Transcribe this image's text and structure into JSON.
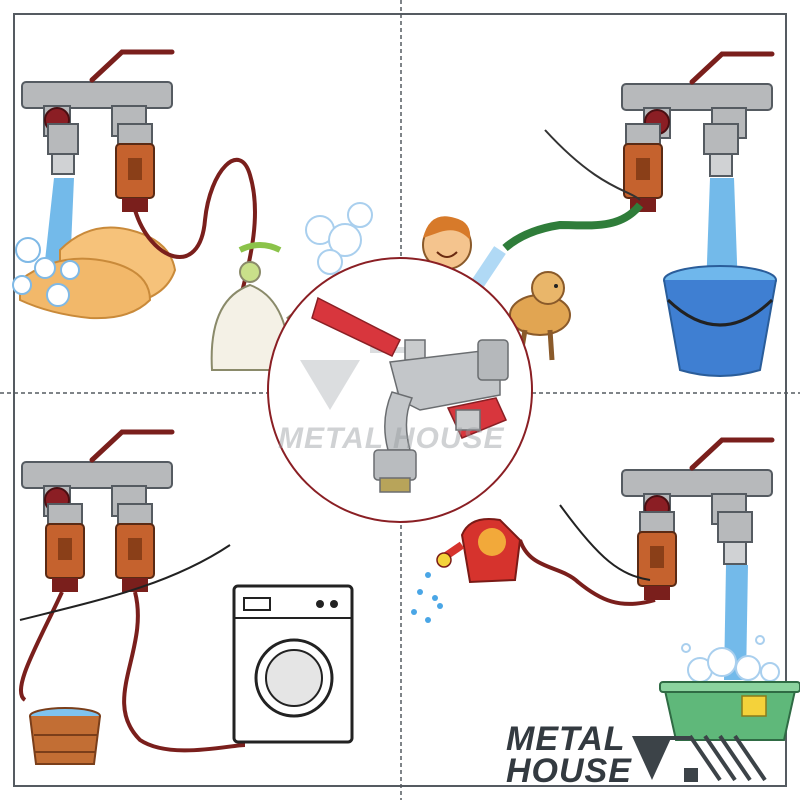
{
  "brand": {
    "name_line1": "METAL",
    "name_line2": "HOUSE",
    "watermark_text": "METAL HOUSE"
  },
  "colors": {
    "valve_red": "#c8242f",
    "hose_red": "#7a1f1c",
    "coupling_orange": "#c5622e",
    "pipe_grey": "#b7b9bb",
    "water_blue": "#5aaee6",
    "frame_grey": "#555b61"
  },
  "scenes": [
    {
      "id": "top-left",
      "depicts": [
        "double-tap-icon",
        "hand-washing-icon",
        "kettle-icon"
      ]
    },
    {
      "id": "top-right",
      "depicts": [
        "double-tap-icon",
        "boy-with-hose-icon",
        "dog-icon",
        "bucket-icon"
      ]
    },
    {
      "id": "bottom-left",
      "depicts": [
        "double-tap-icon",
        "wooden-tub-icon",
        "washing-machine-icon"
      ]
    },
    {
      "id": "bottom-right",
      "depicts": [
        "double-tap-icon",
        "watering-can-icon",
        "green-tub-icon"
      ]
    },
    {
      "id": "center",
      "depicts": [
        "product-photo-double-tap-icon"
      ]
    }
  ]
}
